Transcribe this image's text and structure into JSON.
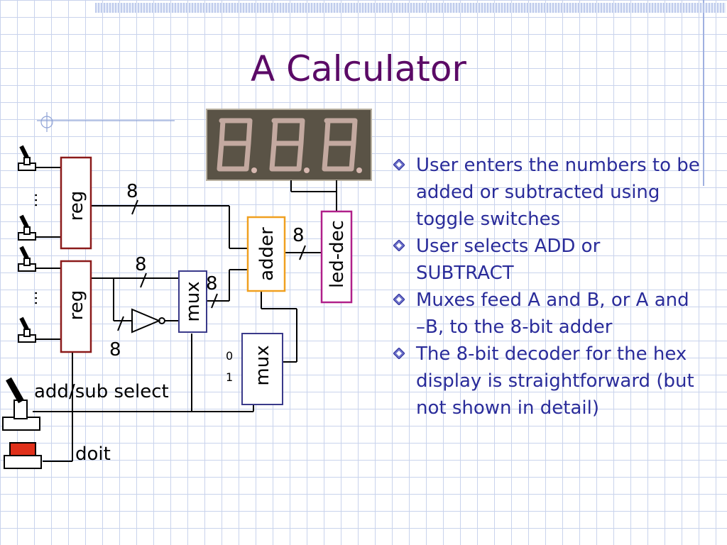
{
  "slide": {
    "title": "A Calculator"
  },
  "diagram": {
    "display_icon": "seven-segment-display-icon",
    "switch_icon": "toggle-switch-icon",
    "button_icon": "push-button-icon",
    "reg_label": "reg",
    "mux_label": "mux",
    "adder_label": "adder",
    "led_dec_label": "led-dec",
    "bus_width": "8",
    "ellipsis": "...",
    "mux_input_0": "0",
    "mux_input_1": "1",
    "add_sub_select_label": "add/sub select",
    "doit_label": "doit",
    "colors": {
      "reg_border": "#8b1a1a",
      "mux_border": "#3a3a8a",
      "adder_border": "#f0a020",
      "led_dec_border": "#b0208a",
      "button_red": "#e0301a",
      "display_bg": "#5a5346",
      "segment_color": "#d6b8b0"
    }
  },
  "bullets": [
    {
      "text": "User enters the numbers to be added or subtracted using toggle switches"
    },
    {
      "text": "User selects ADD or SUBTRACT"
    },
    {
      "text": "Muxes feed A and B, or A and –B, to the 8-bit adder"
    },
    {
      "text": "The 8-bit decoder for the hex display is straightforward (but not shown in detail)"
    }
  ],
  "bullet_icon": "diamond-bullet-icon",
  "theme_colors": {
    "title": "#5b0a66",
    "bullet_text": "#2a2c9a",
    "grid": "#c9d3ec"
  }
}
